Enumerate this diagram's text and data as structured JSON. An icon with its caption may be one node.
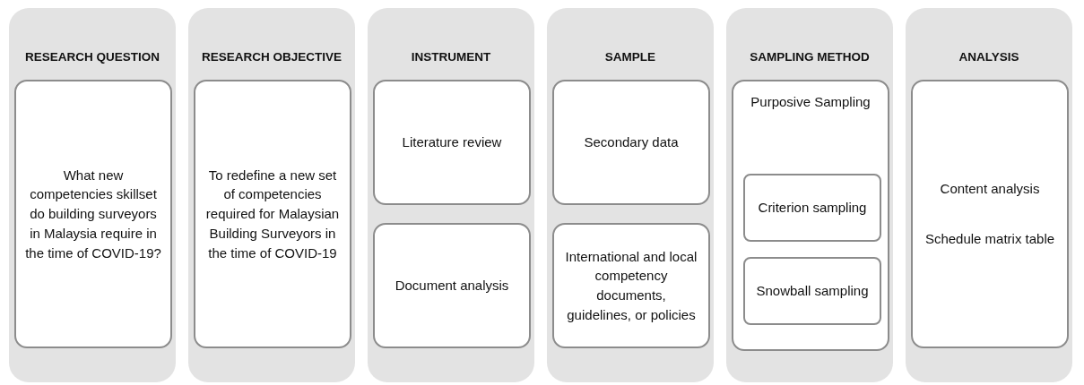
{
  "diagram": {
    "nodes": [
      {
        "text": [
          "RESEARCH QUESTION"
        ]
      },
      {
        "text": [
          "What new competencies skillset do building surveyors in Malaysia require in the time of COVID-19?"
        ],
        "in": 0
      },
      {
        "text": [
          "RESEARCH OBJECTIVE"
        ]
      },
      {
        "text": [
          "To redefine a new set of competencies required for Malaysian Building Surveyors in the time of COVID-19"
        ],
        "in": 2
      },
      {
        "text": [
          "INSTRUMENT"
        ]
      },
      {
        "text": [
          "Literature review"
        ],
        "in": 4
      },
      {
        "text": [
          "Document analysis"
        ],
        "in": 4
      },
      {
        "text": [
          "SAMPLE"
        ]
      },
      {
        "text": [
          "Secondary data"
        ],
        "in": 7
      },
      {
        "text": [
          "International and local competency documents, guidelines, or policies"
        ],
        "in": 7
      },
      {
        "text": [
          "SAMPLING METHOD"
        ]
      },
      {
        "text": [
          "Purposive Sampling"
        ],
        "in": 10
      },
      {
        "text": [
          "Criterion sampling"
        ],
        "in": 11
      },
      {
        "text": [
          "Snowball sampling"
        ],
        "in": 11
      },
      {
        "text": [
          "ANALYSIS"
        ]
      },
      {
        "text": [
          "Content analysis",
          "Schedule matrix table"
        ],
        "in": 14
      }
    ],
    "edges": []
  }
}
